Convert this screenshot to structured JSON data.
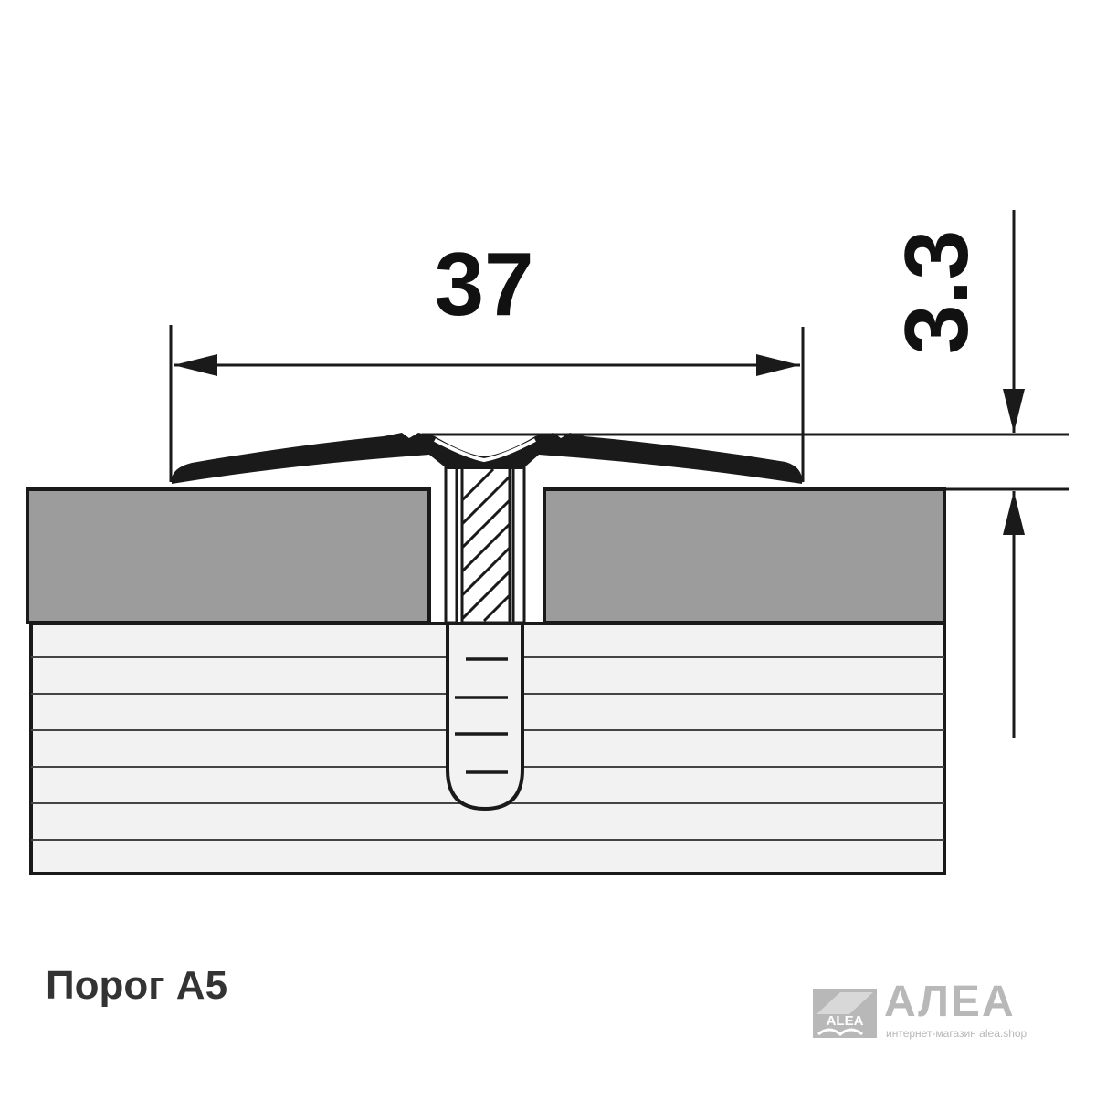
{
  "dimensions": {
    "width_value": "37",
    "height_value": "3.3"
  },
  "caption": "Порог А5",
  "brand": {
    "logo_text": "ALEA",
    "name": "АЛЕА",
    "tagline": "интернет-магазин alea.shop"
  },
  "colors": {
    "line": "#1a1a1a",
    "floor_covering": "#9c9c9c",
    "substrate": "#f2f2f2",
    "watermark": "#b8b8b8"
  }
}
